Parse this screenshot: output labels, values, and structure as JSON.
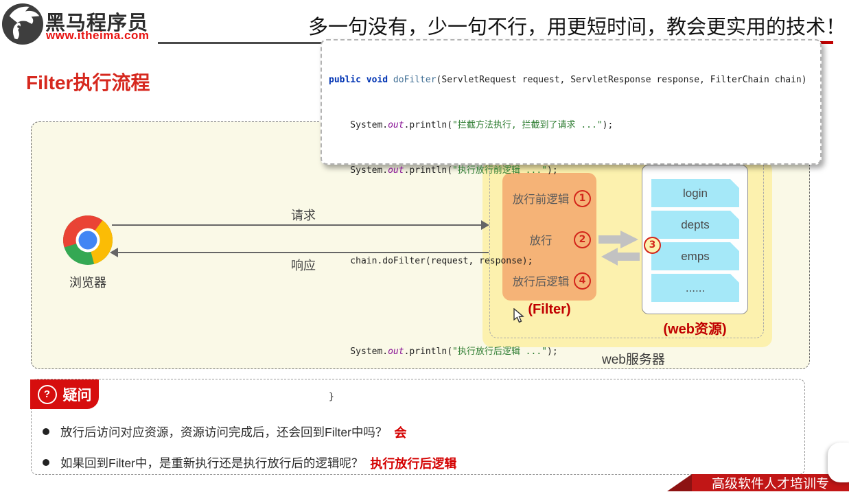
{
  "header": {
    "brand": "黑马程序员",
    "brand_url": "www.itheima.com",
    "slogan": "多一句没有，少一句不行，用更短时间，教会更实用的技术！",
    "title": "Filter执行流程"
  },
  "code": {
    "l1_kw": "public void ",
    "l1_method": "doFilter",
    "l1_params": "(ServletRequest request, ServletResponse response, FilterChain chain)",
    "l2_pre": "    System.",
    "l2_field": "out",
    "l2_mid": ".println(",
    "l2_str": "\"拦截方法执行, 拦截到了请求 ...\"",
    "l2_post": ");",
    "l3_pre": "    System.",
    "l3_field": "out",
    "l3_mid": ".println(",
    "l3_str": "\"执行放行前逻辑 ...\"",
    "l3_post": ");",
    "l5": "    chain.doFilter(request, response);",
    "l7_pre": "    System.",
    "l7_field": "out",
    "l7_mid": ".println(",
    "l7_str": "\"执行放行后逻辑 ...\"",
    "l7_post": ");",
    "l8": "}"
  },
  "diagram": {
    "browser_label": "浏览器",
    "request_label": "请求",
    "response_label": "响应",
    "server_label": "web服务器",
    "filter": {
      "rows": [
        {
          "label": "放行前逻辑",
          "num": "1"
        },
        {
          "label": "放行",
          "num": "2"
        },
        {
          "label": "放行后逻辑",
          "num": "4"
        }
      ],
      "caption": "(Filter)"
    },
    "resources": {
      "num": "3",
      "items": [
        "login",
        "depts",
        "emps",
        "......"
      ],
      "caption": "(web资源)"
    }
  },
  "question": {
    "badge": "疑问",
    "icon": "?",
    "items": [
      {
        "text": "放行后访问对应资源，资源访问完成后，还会回到Filter中吗？",
        "answer": "会"
      },
      {
        "text": "如果回到Filter中，是重新执行还是执行放行后的逻辑呢？",
        "answer": "执行放行后逻辑"
      }
    ]
  },
  "footer": {
    "ribbon": "高级软件人才培训专"
  },
  "colors": {
    "brand_red": "#e8110f",
    "title_red": "#d6281e",
    "accent_red": "#c00000",
    "server_yellow": "#fcf1ae",
    "filter_orange": "#f5b377",
    "resource_cyan": "#a5e8f8",
    "badge_red": "#d60e0e",
    "ribbon_red": "#c11616"
  }
}
